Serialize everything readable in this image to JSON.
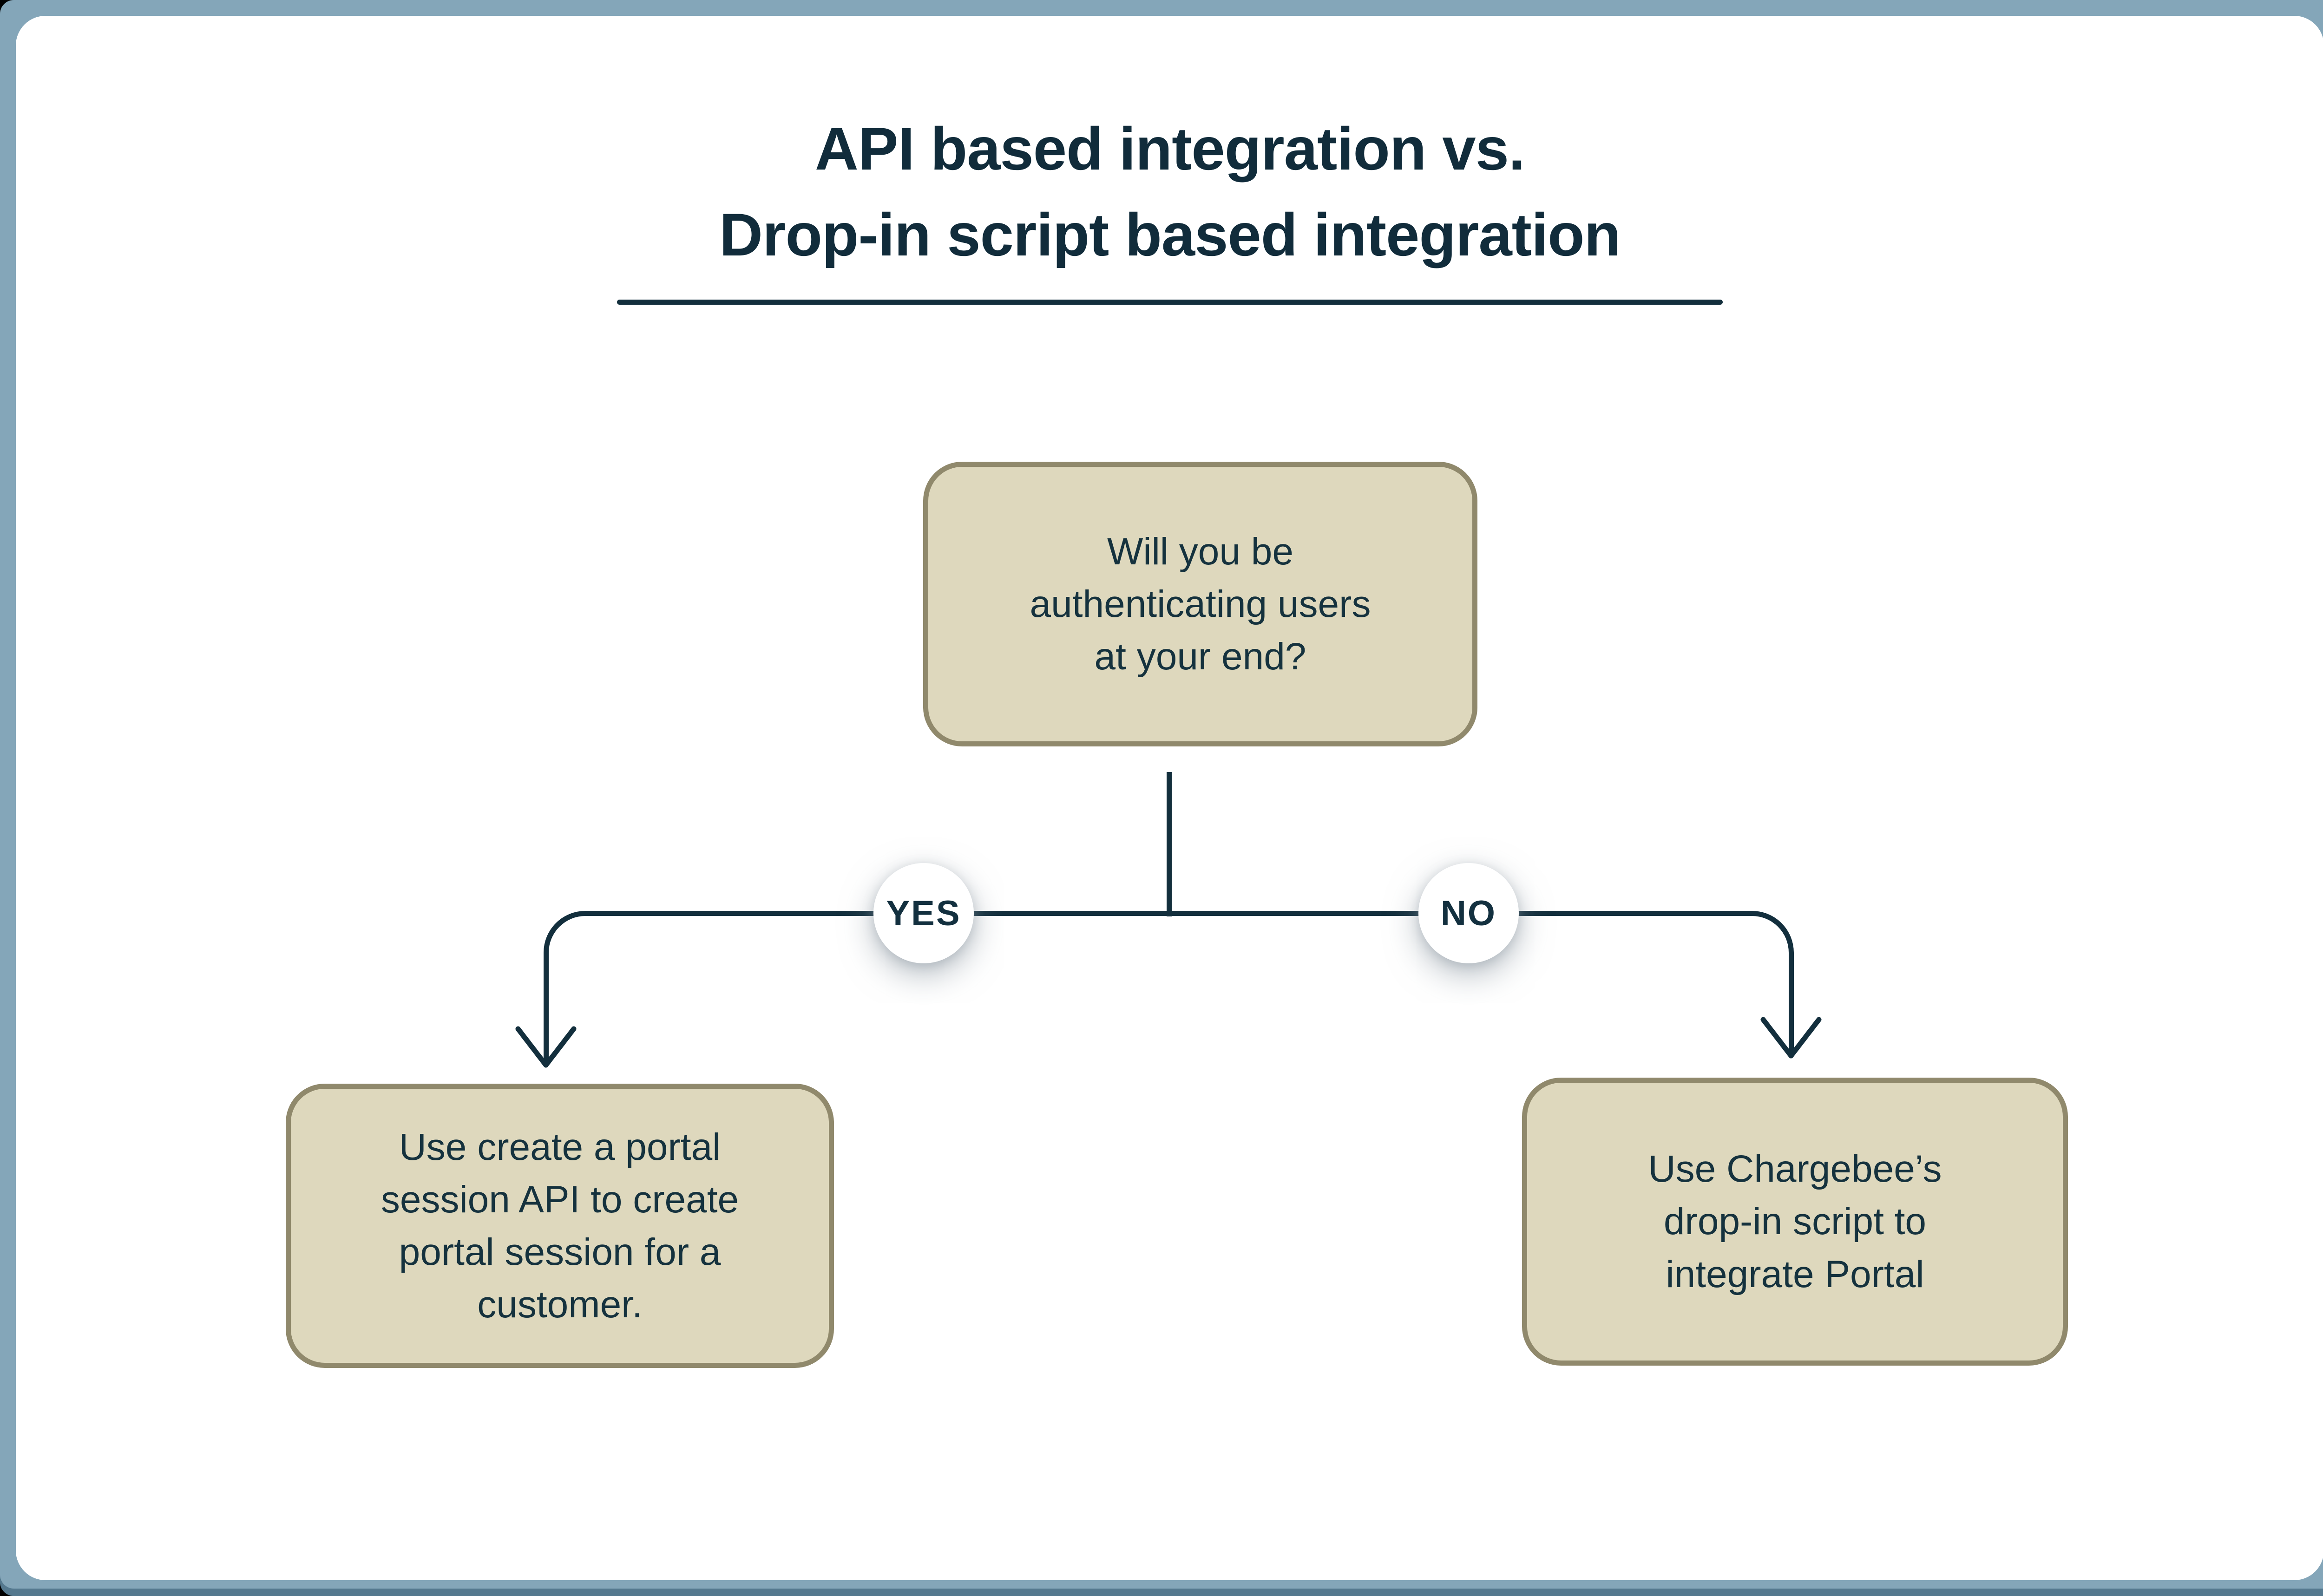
{
  "title": {
    "text": "API based integration vs.\nDrop-in script based integration"
  },
  "flowchart": {
    "decision": {
      "text": "Will you be\nauthenticating users\nat your end?"
    },
    "branches": [
      {
        "label": "YES",
        "result": "Use create a portal\nsession API to create\nportal session for a\ncustomer."
      },
      {
        "label": "NO",
        "result": "Use Chargebee’s\ndrop-in script to\nintegrate Portal"
      }
    ]
  },
  "colors": {
    "ink_navy": "#112c3b",
    "node_fill": "#ded8bd",
    "node_border": "#90896c",
    "frame_blue": "#84a6b9",
    "badge_fill": "#ffffff"
  }
}
